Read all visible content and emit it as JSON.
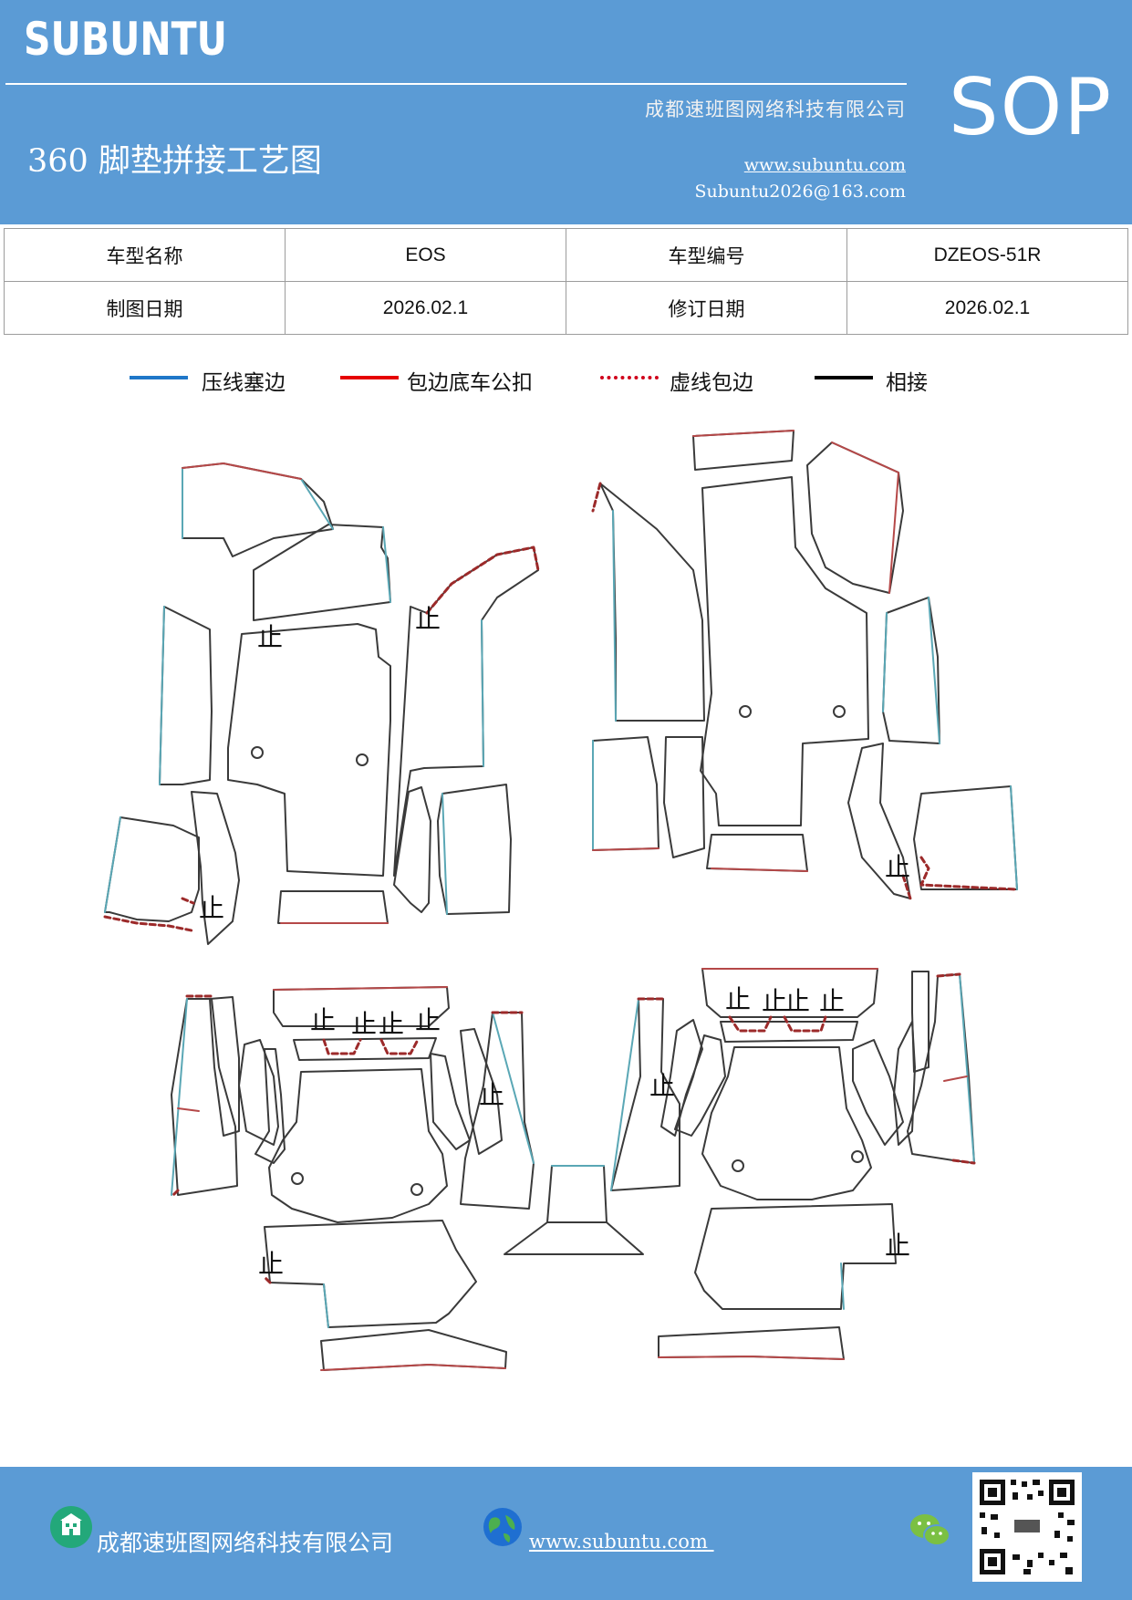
{
  "header": {
    "brand": "SUBUNTU",
    "company": "成都速班图网络科技有限公司",
    "title": "360 脚垫拼接工艺图",
    "website": "www.subuntu.com",
    "email": "Subuntu2026@163.com",
    "badge": "SOP"
  },
  "info_table": {
    "rows": [
      {
        "label1": "车型名称",
        "value1": "EOS",
        "label2": "车型编号",
        "value2": "DZEOS-51R"
      },
      {
        "label1": "制图日期",
        "value1": "2026.02.1",
        "label2": "修订日期",
        "value2": "2026.02.1"
      }
    ]
  },
  "legend": [
    {
      "label": "压线塞边",
      "color": "#1f77c8",
      "style": "solid"
    },
    {
      "label": "包边底车公扣",
      "color": "#e60000",
      "style": "solid"
    },
    {
      "label": "虚线包边",
      "color": "#d0021b",
      "style": "dotted"
    },
    {
      "label": "相接",
      "color": "#000000",
      "style": "solid"
    }
  ],
  "drawing": {
    "stop_mark": "止",
    "outline_color": "#3a3a3a",
    "blue_edge_color": "#5aa7b5",
    "red_edge_color": "#b54848",
    "dashed_edge_color": "#9c2a2a"
  },
  "footer": {
    "company": "成都速班图网络科技有限公司",
    "website": "www.subuntu.com "
  }
}
